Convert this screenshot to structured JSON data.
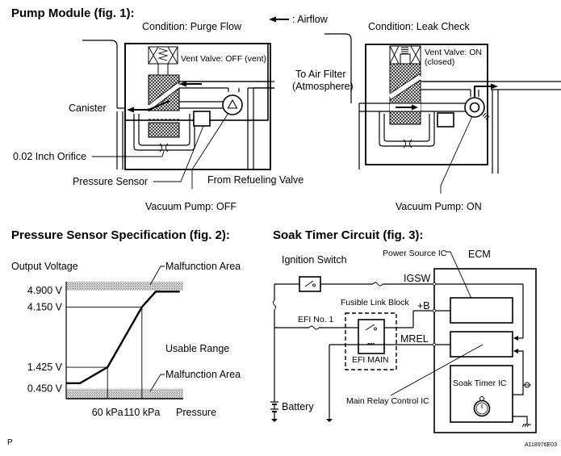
{
  "fig1": {
    "title": "Pump Module (fig. 1):",
    "legend_airflow": ": Airflow",
    "legend_icon": "arrow-left-icon",
    "purge": {
      "condition": "Condition: Purge Flow",
      "vent_valve": "Vent Valve: OFF (vent)",
      "to_air_filter_1": "To Air Filter",
      "to_air_filter_2": "(Atmosphere)",
      "canister": "Canister",
      "orifice": "0.02 Inch Orifice",
      "pressure_sensor": "Pressure Sensor",
      "from_refueling": "From Refueling Valve",
      "vacuum_pump": "Vacuum Pump: OFF"
    },
    "leak": {
      "condition": "Condition: Leak Check",
      "vent_valve_1": "Vent Valve: ON",
      "vent_valve_2": "(closed)",
      "vacuum_pump": "Vacuum Pump: ON"
    }
  },
  "fig2": {
    "title": "Pressure Sensor Specification (fig. 2):",
    "malfunction_top": "Malfunction Area",
    "malfunction_bottom": "Malfunction Area",
    "usable_range": "Usable Range"
  },
  "chart_data": {
    "type": "line",
    "title": "Pressure Sensor Specification (fig. 2):",
    "xlabel": "Pressure",
    "ylabel": "Output Voltage",
    "x_ticks": [
      "60 kPa",
      "110 kPa"
    ],
    "y_ticks": [
      "4.900 V",
      "4.150 V",
      "1.425 V",
      "0.450 V"
    ],
    "series": [
      {
        "name": "Output Voltage",
        "points": [
          {
            "x": 0,
            "y": 0.7
          },
          {
            "x": 20,
            "y": 0.7
          },
          {
            "x": 60,
            "y": 1.425
          },
          {
            "x": 110,
            "y": 4.15
          },
          {
            "x": 130,
            "y": 4.85
          },
          {
            "x": 165,
            "y": 4.85
          }
        ]
      }
    ],
    "reference_points": [
      {
        "x": 60,
        "y": 1.425
      },
      {
        "x": 110,
        "y": 4.15
      }
    ],
    "regions": [
      {
        "name": "Malfunction Area",
        "y_range": [
          4.9,
          5.3
        ]
      },
      {
        "name": "Usable Range",
        "y_range": [
          0.45,
          4.9
        ]
      },
      {
        "name": "Malfunction Area",
        "y_range": [
          0.0,
          0.45
        ]
      }
    ],
    "xlim": [
      0,
      170
    ],
    "ylim": [
      0,
      5.3
    ],
    "grid": false
  },
  "fig3": {
    "title": "Soak Timer Circuit (fig. 3):",
    "ignition_switch": "Ignition Switch",
    "power_source_ic": "Power Source IC",
    "ecm": "ECM",
    "igsw": "IGSW",
    "fusible_link_block": "Fusible Link Block",
    "plus_b": "+B",
    "efi_no1": "EFI No. 1",
    "mrel": "MREL",
    "efi_main": "EFI MAIN",
    "soak_timer_ic": "Soak Timer IC",
    "main_relay_control_ic": "Main Relay Control IC",
    "battery": "Battery"
  },
  "footer": {
    "left_mark": "P",
    "ref_code": "A118976E03"
  }
}
